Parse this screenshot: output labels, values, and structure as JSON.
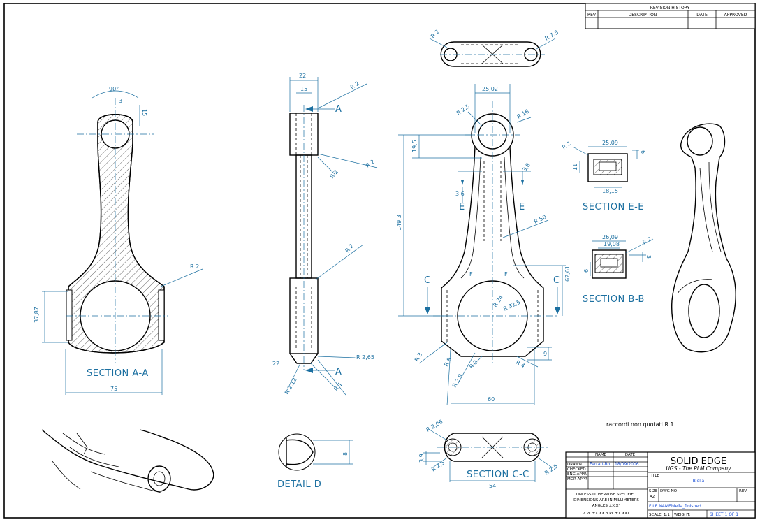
{
  "revision_history": {
    "title": "REVISION HISTORY",
    "columns": [
      "REV",
      "DESCRIPTION",
      "DATE",
      "APPROVED"
    ]
  },
  "sections": {
    "aa": "SECTION A-A",
    "ee": "SECTION E-E",
    "bb": "SECTION B-B",
    "cc": "SECTION C-C",
    "detail": "DETAIL D"
  },
  "markers": {
    "a_top": "A",
    "a_bottom": "A",
    "e_left": "E",
    "e_right": "E",
    "c_left": "C",
    "c_right": "C",
    "f_left": "F",
    "f_right": "F"
  },
  "dimensions": {
    "angle90": "90°",
    "d3": "3",
    "d15_a": "15",
    "d3787": "37,87",
    "d75": "75",
    "r2_a": "R 2",
    "d22_top": "22",
    "d15_side": "15",
    "r2_s1": "R 2",
    "r2_s2": "R 2",
    "r2_s3": "R 2",
    "r2_s4": "R 2",
    "d22_bot": "22",
    "r265": "R 2,65",
    "r212": "R 2,12",
    "r1": "R 1",
    "r2_top": "R 2",
    "r75": "R 7,5",
    "d2502": "25,02",
    "r16": "R 16",
    "r25": "R 2,5",
    "d195": "19,5",
    "d1493": "149,3",
    "d38": "3,8",
    "d36": "3,6",
    "r50": "R 50",
    "d6261": "62,61",
    "r24": "R 24",
    "r325": "R 32,5",
    "r3": "R 3",
    "r8": "R 8",
    "r2_f": "R 2",
    "r4": "R 4",
    "d9": "9",
    "r29": "R 2,9",
    "d60": "60",
    "d2509": "25,09",
    "d6": "6",
    "d11": "11",
    "d1815": "18,15",
    "r2_e": "R 2",
    "d2609": "26,09",
    "d1908": "19,08",
    "d6b": "6",
    "d3b": "3",
    "r2_b": "R 2",
    "d8": "8",
    "r206": "R 2,06",
    "d39": "3,9",
    "r25c": "R 2,5",
    "r25d": "R 2,5",
    "d54": "54"
  },
  "note": "raccordi non quotati  R 1",
  "title_block": {
    "name_header": "NAME",
    "date_header": "DATE",
    "rows": [
      {
        "label": "DRAWN",
        "name": "Ferrari-Ro",
        "date": "18/09/2006"
      },
      {
        "label": "CHECKED",
        "name": "",
        "date": ""
      },
      {
        "label": "ENG APPR",
        "name": "",
        "date": ""
      },
      {
        "label": "MGR APPR",
        "name": "",
        "date": ""
      }
    ],
    "tolerance_note": [
      "UNLESS OTHERWISE SPECIFIED",
      "DIMENSIONS ARE IN MILLIMETERS",
      "ANGLES ±X.X°",
      "2 PL ±X.XX  3 PL ±X.XXX"
    ],
    "company": "SOLID EDGE",
    "company_sub": "UGS - The PLM Company",
    "title_label": "TITLE",
    "title_value": "Biella",
    "size_label": "SIZE",
    "size_value": "A2",
    "dwg_label": "DWG NO",
    "rev_label": "REV",
    "file_label": "FILE NAME:",
    "file_value": "biella_finished",
    "scale_label": "SCALE:",
    "scale_value": "1:1",
    "weight_label": "WEIGHT:",
    "sheet": "SHEET 1 OF 1"
  },
  "colors": {
    "dimension": "#1b6fa0",
    "outline": "#000000",
    "highlight": "#1a4fd6"
  }
}
